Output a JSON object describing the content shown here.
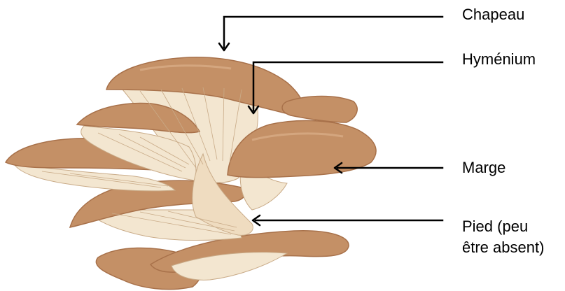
{
  "labels": {
    "chapeau": "Chapeau",
    "hymenium": "Hyménium",
    "marge": "Marge",
    "pied_line1": "Pied (peu",
    "pied_line2": "être absent)"
  },
  "colors": {
    "cap": "#c49066",
    "cap_dark": "#a8714a",
    "cap_light": "#d4a67f",
    "gills": "#f3e6d0",
    "gill_lines": "#c9ab88",
    "stem": "#efdcc0",
    "leader": "#000000"
  },
  "icons": [
    "oyster-mushroom-illustration",
    "arrow-head-down",
    "arrow-head-left"
  ]
}
